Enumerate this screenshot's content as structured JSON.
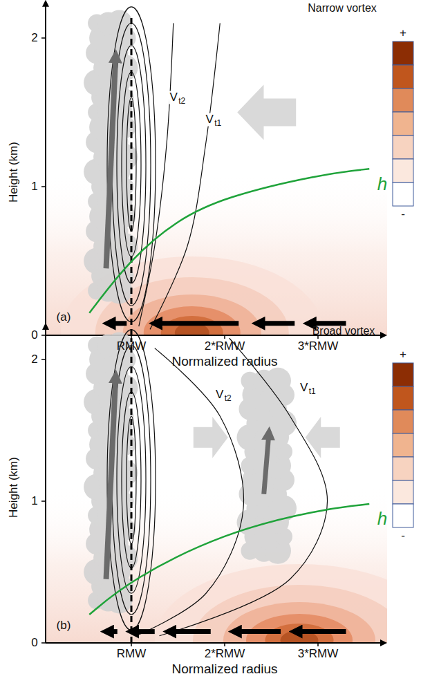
{
  "diagram": {
    "labels": [
      "Height (km)",
      "2",
      "1",
      "0",
      "Narrow vortex",
      "V",
      "t2",
      "V",
      "t1",
      "h",
      "+",
      "-",
      "(a)",
      "RMW",
      "2*RMW",
      "3*RMW",
      "Normalized radius",
      "Height (km)",
      "2",
      "1",
      "0",
      "Broad vortex",
      "V",
      "t2",
      "V",
      "t1",
      "h",
      "+",
      "-",
      "(b)",
      "RMW",
      "2*RMW",
      "3*RMW",
      "Normalized radius"
    ]
  }
}
